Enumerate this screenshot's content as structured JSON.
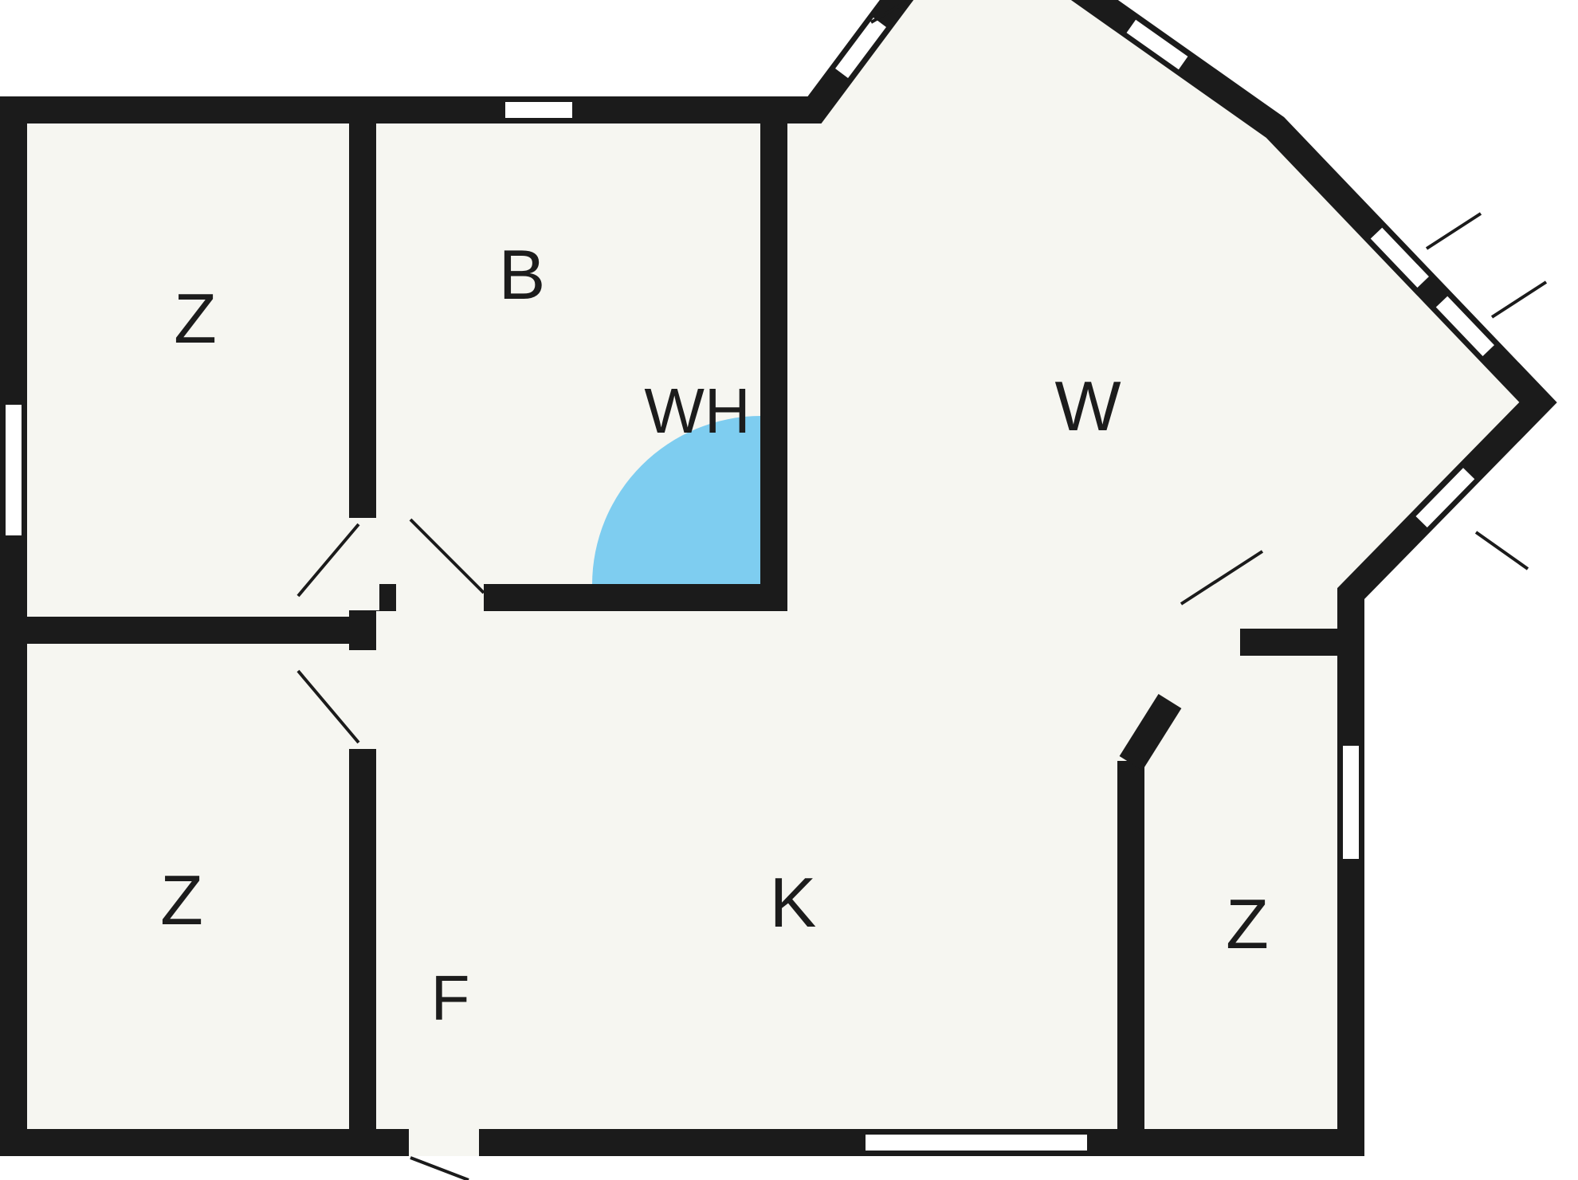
{
  "colors": {
    "background": "#ffffff",
    "floor": "#f6f6f1",
    "wall": "#1b1b1b",
    "window": "#ffffff",
    "wet_area": "#7ecdf0",
    "label": "#1c1c1c"
  },
  "rooms": [
    {
      "id": "z-upper-left",
      "label": "Z"
    },
    {
      "id": "b",
      "label": "B"
    },
    {
      "id": "wh",
      "label": "WH"
    },
    {
      "id": "w",
      "label": "W"
    },
    {
      "id": "z-lower-left",
      "label": "Z"
    },
    {
      "id": "f",
      "label": "F"
    },
    {
      "id": "k",
      "label": "K"
    },
    {
      "id": "z-right",
      "label": "Z"
    }
  ]
}
